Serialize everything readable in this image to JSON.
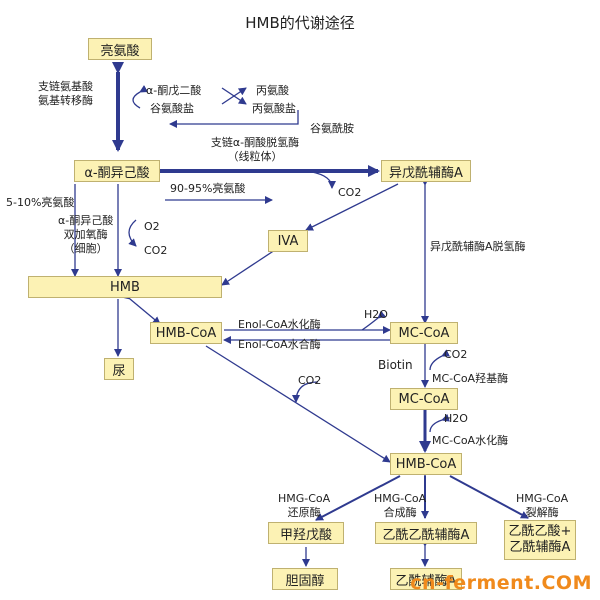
{
  "title": "HMB的代谢途径",
  "boxes": {
    "leucine": "亮氨酸",
    "kic": "α-酮异己酸",
    "ivacoa": "异戊酰辅酶A",
    "iva": "IVA",
    "hmb": "HMB",
    "hmbcoa": "HMB-CoA",
    "mccoa": "MC-CoA",
    "mccoa2": "MC-CoA",
    "hmgcoa": "HMB-CoA",
    "urine": "尿",
    "mevalonate": "甲羟戊酸",
    "acetoacetyl": "乙酰乙酰辅酶A",
    "acetoacetate_line1": "乙酰乙酸+",
    "acetoacetate_line2": "乙酰辅酶A",
    "cholesterol": "胆固醇",
    "bottom_partial": "乙酰辅酶A"
  },
  "labels": {
    "bcat_l1": "支链氨基酸",
    "bcat_l2": "氨基转移酶",
    "akg": "α-酮戊二酸",
    "glutamate": "谷氨酸盐",
    "alanine": "丙氨酸",
    "alanine_salt": "丙氨酸盐",
    "glutamine": "谷氨酰胺",
    "bckdh_l1": "支链α-酮酸脱氢酶",
    "bckdh_l2": "（线粒体）",
    "pct_90": "90-95%亮氨酸",
    "co2_1": "CO2",
    "pct_5": "5-10%亮氨酸",
    "kicd_l1": "α-酮异己酸",
    "kicd_l2": "双加氧酶",
    "kicd_l3": "（细胞）",
    "o2": "O2",
    "co2_2": "CO2",
    "ivdh": "异戊酰辅酶A脱氢酶",
    "enoyl_hyd": "Enol-CoA水化酶",
    "enoyl_syn": "Enol-CoA水合酶",
    "h2o_1": "H2O",
    "biotin": "Biotin",
    "co2_3": "CO2",
    "mc_carbox": "MC-CoA羟基酶",
    "co2_4": "CO2",
    "h2o_2": "H2O",
    "mc_hyd": "MC-CoA水化酶",
    "hmgr_l1": "HMG-CoA",
    "hmgr_l2": "还原酶",
    "hmgs_l1": "HMG-CoA",
    "hmgs_l2": "合成酶",
    "hmgl_l1": "HMG-CoA",
    "hmgl_l2": "裂解酶"
  },
  "watermark": "cn-ferment.COM",
  "colors": {
    "arrow": "#2f3a8f",
    "box_fill": "#fcf2b4",
    "box_border": "#bfb170",
    "watermark": "#f08a1c"
  }
}
